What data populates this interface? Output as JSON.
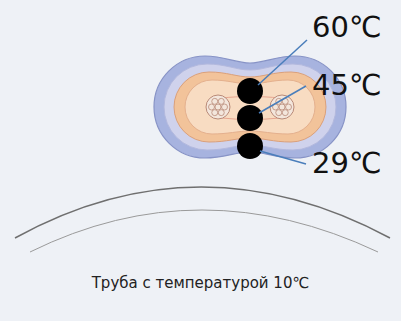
{
  "diagram": {
    "caption": "Труба с температурой 10℃",
    "labels": [
      "60℃",
      "45℃",
      "29℃"
    ]
  }
}
